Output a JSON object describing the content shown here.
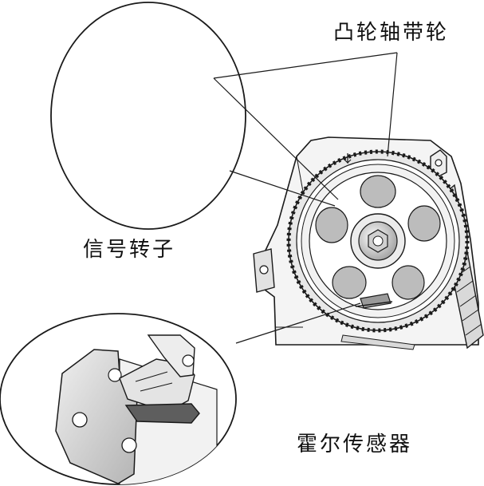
{
  "labels": {
    "camshaft_pulley": "凸轮轴带轮",
    "signal_rotor": "信号转子",
    "hall_sensor": "霍尔传感器"
  },
  "colors": {
    "line": "#1a1a1a",
    "metal_light": "#e6e6e6",
    "metal_mid": "#bdbdbd",
    "metal_dark": "#7a7a7a",
    "housing": "#f4f4f4"
  }
}
